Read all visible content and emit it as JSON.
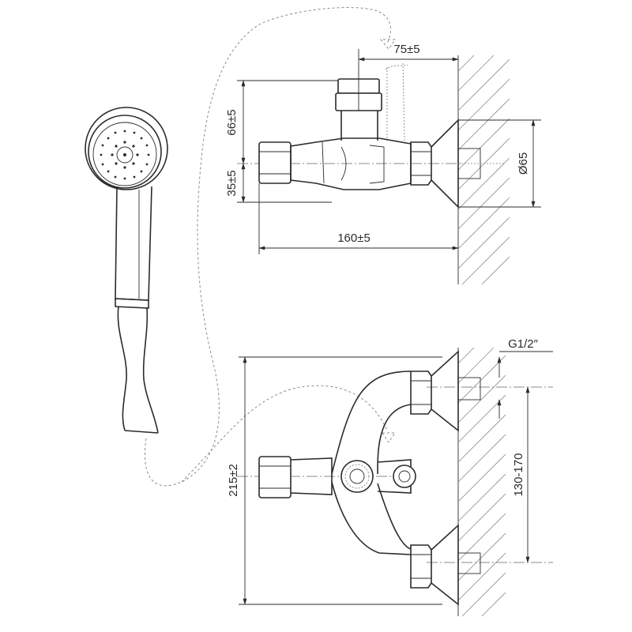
{
  "dimensions": {
    "top_offset": "75±5",
    "top_height": "66±5",
    "axis_height": "35±5",
    "length": "160±5",
    "flange_diameter": "Ø65",
    "thread": "G1/2″",
    "height_total": "215±2",
    "centers_range": "130-170"
  },
  "colors": {
    "line": "#2b2b2b",
    "hatch": "#8a8a8a",
    "background": "#ffffff"
  },
  "icons": [
    "hand-shower-icon",
    "shower-hose-icon",
    "flow-arrow-icon"
  ]
}
